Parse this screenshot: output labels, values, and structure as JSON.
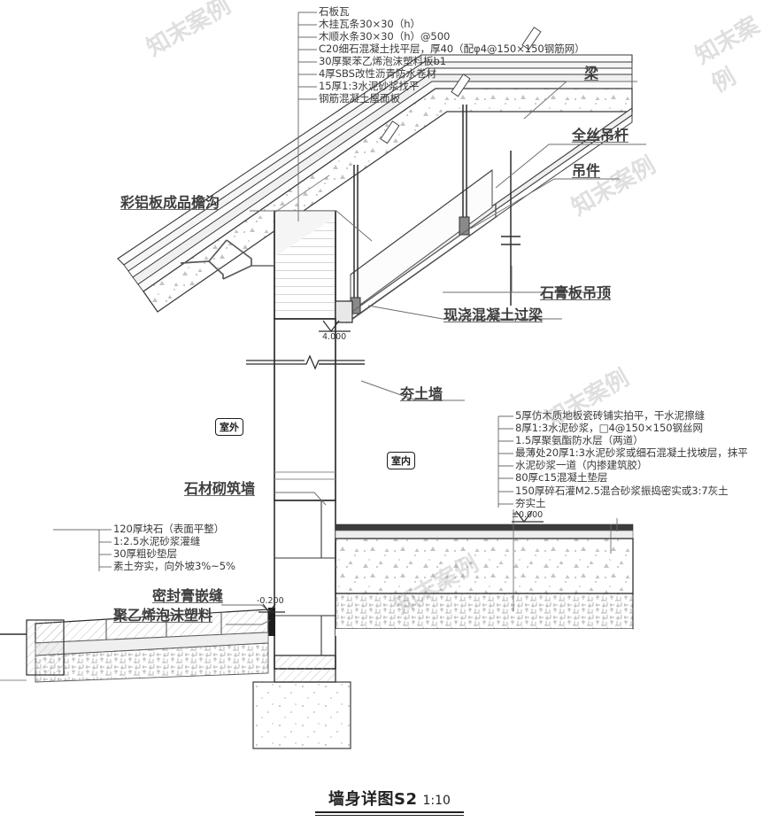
{
  "drawing": {
    "title_main": "墙身详图S2",
    "title_scale": "1:10",
    "watermark": "知末案例"
  },
  "roof_spec": {
    "lines": [
      "石板瓦",
      "木挂瓦条30×30（h）",
      "木顺水条30×30（h）@500",
      "C20细石混凝土找平层，厚40（配φ4@150×150钢筋网）",
      "30厚聚苯乙烯泡沫塑料板b1",
      "4厚SBS改性沥青防水卷材",
      "15厚1:3水泥砂浆找平",
      "钢筋混凝土屋面板"
    ]
  },
  "floor_spec": {
    "lines": [
      "5厚仿木质地板瓷砖铺实拍平，干水泥擦缝",
      "8厚1:3水泥砂浆，□4@150×150钢丝网",
      "1.5厚聚氨酯防水层（两道）",
      "最薄处20厚1:3水泥砂浆或细石混凝土找坡层，抹平",
      "水泥砂浆一道（内掺建筑胶）",
      "80厚c15混凝土垫层",
      "150厚碎石灌M2.5混合砂浆振捣密实或3:7灰土",
      "夯实土"
    ]
  },
  "apron_spec": {
    "lines": [
      "120厚块石（表面平整）",
      "1:2.5水泥砂浆灌缝",
      "30厚粗砂垫层",
      "素土夯实，向外坡3%~5%"
    ]
  },
  "callouts": {
    "gutter": "彩铝板成品檐沟",
    "beam": "梁",
    "hanger_rod": "全丝吊杆",
    "hanger_clip": "吊件",
    "gypsum_ceiling": "石膏板吊顶",
    "cast_lintel": "现浇混凝土过梁",
    "rammed_wall": "夯土墙",
    "stone_wall": "石材砌筑墙",
    "sealant": "密封膏嵌缝",
    "pe_foam": "聚乙烯泡沫塑料"
  },
  "badges": {
    "outdoor": "室外",
    "indoor": "室内"
  },
  "elevations": {
    "roof_level": "4.000",
    "ground_level": "±0.000",
    "apron_level": "-0.200"
  },
  "colors": {
    "line": "#3a3a3a",
    "line_light": "#9a9a9a",
    "hatch": "#b5b5b5",
    "fill_light": "#f2f2f2",
    "text": "#3a3a3a"
  }
}
